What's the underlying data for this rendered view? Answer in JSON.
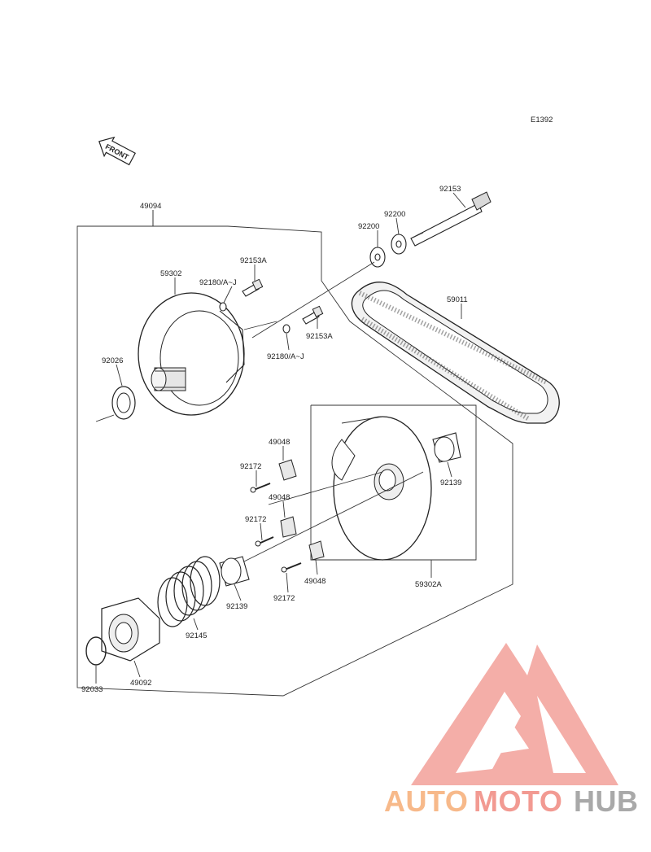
{
  "diagram_code": "E1392",
  "front_arrow_label": "FRONT",
  "parts": {
    "p49094": "49094",
    "p59302": "59302",
    "p92180_top": "92180/A~J",
    "p92153A_top": "92153A",
    "p92200_a": "92200",
    "p92200_b": "92200",
    "p92153": "92153",
    "p59011": "59011",
    "p92026": "92026",
    "p92153A_mid": "92153A",
    "p92180_mid": "92180/A~J",
    "p49048_a": "49048",
    "p92172_a": "92172",
    "p49048_b": "49048",
    "p92172_b": "92172",
    "p49048_c": "49048",
    "p92172_c": "92172",
    "p92139_right": "92139",
    "p59302A": "59302A",
    "p92139_left": "92139",
    "p92145": "92145",
    "p92033": "92033",
    "p49092": "49092"
  },
  "watermark": {
    "brand_part1": "AUTO",
    "brand_part2": "MOTO",
    "brand_part3": "HUB",
    "colors": {
      "auto": "#f7b98a",
      "moto": "#f29a92",
      "hub": "#a9a9a9",
      "triangle": "#f3a19a"
    }
  }
}
